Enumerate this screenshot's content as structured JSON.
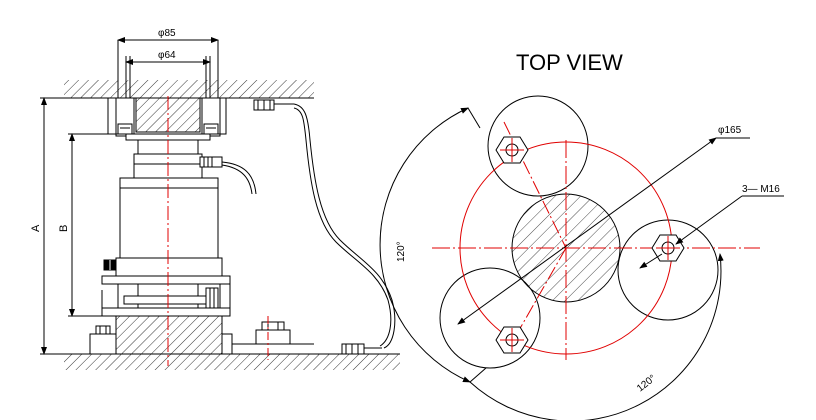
{
  "side_view": {
    "dim_outer": "φ85",
    "dim_inner": "φ64",
    "label_a": "A",
    "label_b": "B"
  },
  "top_view": {
    "title": "TOP VIEW",
    "dim_circle": "φ165",
    "dim_bolt": "3— M16",
    "angle_left": "120°",
    "angle_bottom": "120°"
  },
  "colors": {
    "line": "#000000",
    "centerline": "#e00000"
  }
}
